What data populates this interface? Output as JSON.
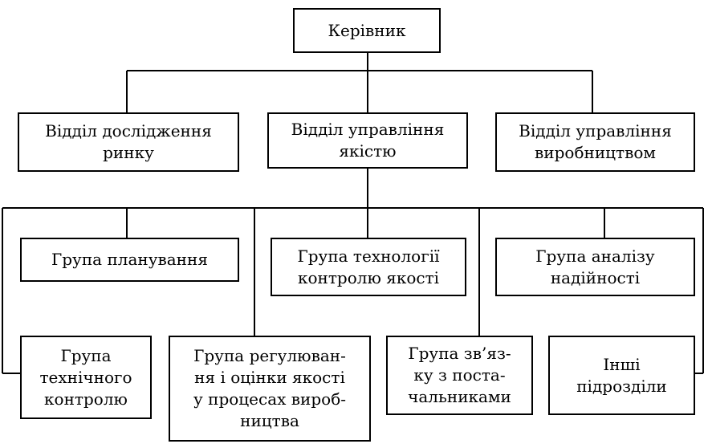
{
  "diagram": {
    "root": {
      "label": "Керівник"
    },
    "departments": [
      {
        "label": "Відділ дослідження\nринку"
      },
      {
        "label": "Відділ управління\nякістю"
      },
      {
        "label": "Відділ управління\nвиробництвом"
      }
    ],
    "groups": [
      {
        "label": "Група планування"
      },
      {
        "label": "Група технології\nконтролю якості"
      },
      {
        "label": "Група аналізу\nнадійності"
      },
      {
        "label": "Група\nтехнічного\nконтролю"
      },
      {
        "label": "Група регулюван-\nня і оцінки якості\nу процесах вироб-\nництва"
      },
      {
        "label": "Група зв’яз-\nку з поста-\nчальниками"
      },
      {
        "label": "Інші\nпідрозділи"
      }
    ]
  }
}
